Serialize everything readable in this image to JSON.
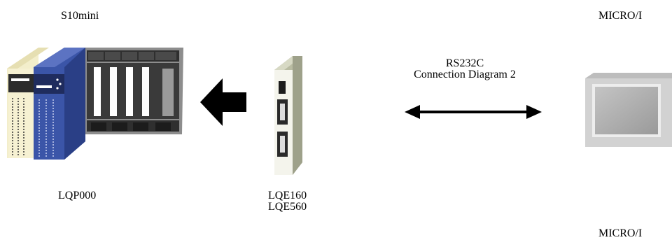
{
  "labels": {
    "plc_family": "S10mini",
    "hmi_family": "MICRO/I",
    "cpu_model": "LQP000",
    "comm_module_1": "LQE160",
    "comm_module_2": "LQE560",
    "link_protocol": "RS232C",
    "link_diagram": "Connection Diagram 2",
    "hmi_model": "MICRO/I"
  },
  "icons": {
    "plc": "plc-rack-icon",
    "module": "comm-module-icon",
    "mount_arrow": "arrow-left-icon",
    "link": "double-arrow-icon",
    "hmi": "touch-panel-icon"
  },
  "colors": {
    "plc_blue": "#3b55a8",
    "plc_cream": "#f3eecb",
    "rack_dark": "#3a3a3a",
    "rack_frame": "#8d8d8d",
    "module_face": "#f4f4ec",
    "module_side": "#b9bca2",
    "hmi_frame": "#cfcfcf",
    "hmi_screen": "#a9a9a9"
  }
}
